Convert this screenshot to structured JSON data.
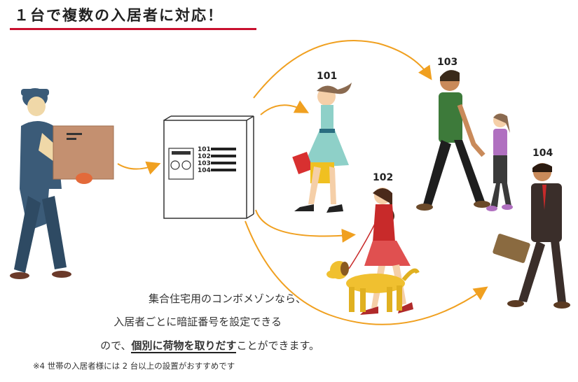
{
  "title": "１台で複数の入居者に対応！",
  "locker_labels": [
    "101",
    "102",
    "103",
    "104"
  ],
  "residents": [
    {
      "unit": "101"
    },
    {
      "unit": "102"
    },
    {
      "unit": "103"
    },
    {
      "unit": "104"
    }
  ],
  "caption": {
    "line1": "集合住宅用のコンボメゾンなら、",
    "line2": "入居者ごとに暗証番号を設定できる",
    "line3_pre": "ので、",
    "line3_emph": "個別に荷物を取りだす",
    "line3_post": "ことができます。"
  },
  "note": "※4 世帯の入居者様には 2 台以上の設置がおすすめです",
  "colors": {
    "accent": "#c8102e",
    "arrow": "#f0a020"
  }
}
